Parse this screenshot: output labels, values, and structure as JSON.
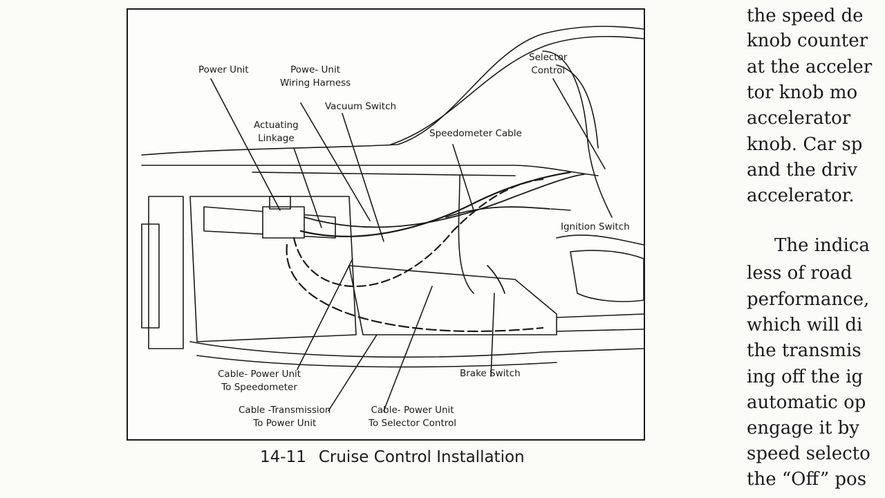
{
  "figure": {
    "labels": {
      "power_unit": [
        "Power Unit"
      ],
      "power_unit_harness": [
        "Powe- Unit",
        "Wiring Harness"
      ],
      "vacuum_switch": [
        "Vacuum Switch"
      ],
      "actuating_linkage": [
        "Actuating",
        "Linkage"
      ],
      "speedometer_cable": [
        "Speedometer Cable"
      ],
      "selector_control": [
        "Selector",
        "Control"
      ],
      "ignition_switch": [
        "Ignition Switch"
      ],
      "brake_switch": [
        "Brake Switch"
      ],
      "cable_power_unit_speedometer": [
        "Cable- Power Unit",
        "To Speedometer"
      ],
      "cable_transmission_power_unit": [
        "Cable -Transmission",
        "To Power Unit"
      ],
      "cable_power_unit_selector": [
        "Cable- Power Unit",
        "To Selector Control"
      ]
    },
    "caption": {
      "number": "14-11",
      "title": "Cruise Control Installation"
    }
  },
  "body_text": {
    "para1": [
      "the speed de",
      "knob counter",
      "at the acceler",
      "tor knob mo",
      "accelerator",
      "knob. Car sp",
      "and the driv",
      "accelerator."
    ],
    "para2": [
      "The indica",
      "less of road",
      "performance,",
      "which will di",
      "the transmis",
      "ing off the ig",
      "automatic op",
      "engage it by",
      "speed selecto",
      "the “Off” pos"
    ]
  }
}
